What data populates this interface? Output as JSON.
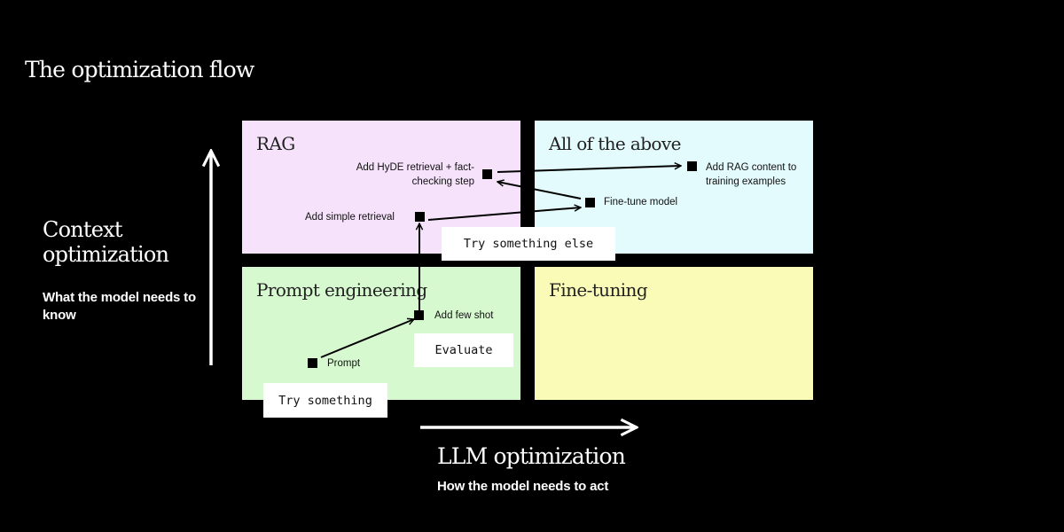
{
  "title": "The optimization flow",
  "y_axis": {
    "title": "Context optimization",
    "subtitle": "What the model needs to know"
  },
  "x_axis": {
    "title": "LLM optimization",
    "subtitle": "How the model needs to act"
  },
  "quadrants": [
    {
      "id": "rag",
      "label": "RAG",
      "color": "#f6e3fb"
    },
    {
      "id": "all",
      "label": "All of the above",
      "color": "#e3fbfd"
    },
    {
      "id": "prompt",
      "label": "Prompt engineering",
      "color": "#d7f9d0"
    },
    {
      "id": "finetuning",
      "label": "Fine-tuning",
      "color": "#fafbb7"
    }
  ],
  "nodes": {
    "hyde": "Add HyDE retrieval + fact-checking step",
    "simple_retrieval": "Add simple retrieval",
    "rag_content": "Add RAG content to training examples",
    "finetune_model": "Fine-tune model",
    "few_shot": "Add few shot",
    "prompt": "Prompt"
  },
  "tags": {
    "try_something": "Try something",
    "evaluate": "Evaluate",
    "try_something_else": "Try something else"
  },
  "colors": {
    "background": "#000000",
    "axis": "#ffffff",
    "node": "#000000",
    "tag_background": "#ffffff"
  }
}
